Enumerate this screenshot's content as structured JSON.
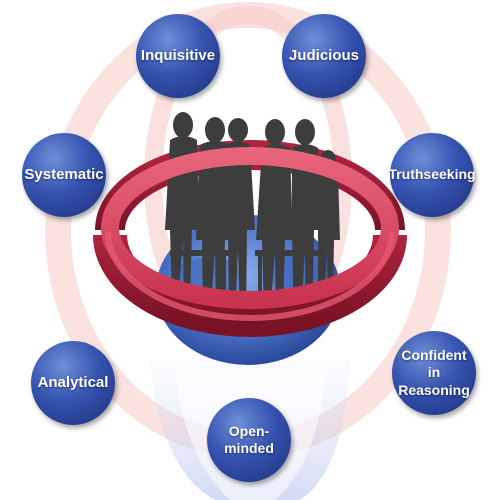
{
  "colors": {
    "bubble": "#3553b0",
    "bubble_dark": "#1c2f7a",
    "ring": "#c8334f",
    "ring_dark": "#8f1a30",
    "silhouette": "#3d3d3d",
    "globe": "#4d74c9",
    "halo_pink": "#f6c9c7",
    "halo_blue": "#c9d3f2"
  },
  "traits": [
    {
      "label": "Inquisitive"
    },
    {
      "label": "Judicious"
    },
    {
      "label": "Systematic"
    },
    {
      "label": "Truthseeking"
    },
    {
      "label": "Analytical"
    },
    {
      "label": "Confident in Reasoning"
    },
    {
      "label": "Open-minded"
    }
  ],
  "icons": {
    "center": "people-silhouette-icon",
    "ring": "red-ring-icon",
    "globe": "globe-icon"
  }
}
